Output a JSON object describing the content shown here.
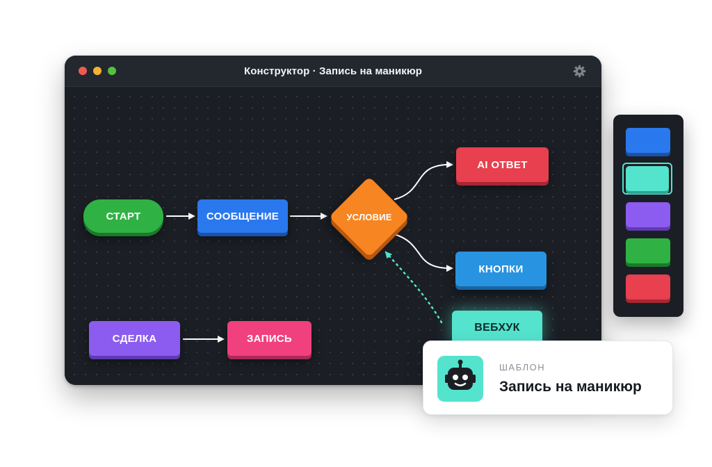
{
  "window": {
    "title": "Конструктор · Запись на маникюр",
    "settings_icon": "gear-icon"
  },
  "nodes": {
    "start": "СТАРТ",
    "message": "СООБЩЕНИЕ",
    "condition": "УСЛОВИЕ",
    "ai_reply": "AI ОТВЕТ",
    "buttons": "КНОПКИ",
    "webhook": "ВЕБХУК",
    "deal": "СДЕЛКА",
    "record": "ЗАПИСЬ"
  },
  "palette": {
    "selected": "teal",
    "swatches": [
      {
        "id": "blue",
        "color": "#2a78ee"
      },
      {
        "id": "teal",
        "color": "#54e3cd"
      },
      {
        "id": "purple",
        "color": "#8c5cf0"
      },
      {
        "id": "green",
        "color": "#2fb243"
      },
      {
        "id": "red",
        "color": "#e8404e"
      }
    ]
  },
  "template_card": {
    "kicker": "ШАБЛОН",
    "title": "Запись на маникюр",
    "icon": "robot-icon"
  },
  "colors": {
    "start": "#2fb243",
    "message": "#2a78ee",
    "condition": "#f78522",
    "ai_reply": "#e8404e",
    "buttons": "#2893e0",
    "webhook": "#54e3cd",
    "deal": "#8c5cf0",
    "record": "#f0407d"
  }
}
